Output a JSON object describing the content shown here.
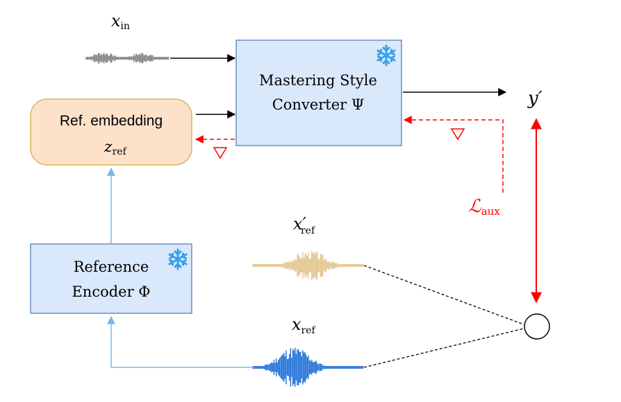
{
  "labels": {
    "x_in": {
      "base": "x",
      "sub": "in"
    },
    "y_prime": {
      "base": "y′"
    },
    "x_ref_prime": {
      "base": "x′",
      "sub": "ref"
    },
    "x_ref": {
      "base": "x",
      "sub": "ref"
    },
    "l_aux": {
      "base": "ℒ",
      "sub": "aux"
    }
  },
  "boxes": {
    "converter": {
      "line1": "Mastering Style",
      "line2": "Converter Ψ"
    },
    "embedding": {
      "line1": "Ref. embedding",
      "z_base": "z",
      "z_sub": "ref"
    },
    "encoder": {
      "line1": "Reference",
      "line2": "Encoder Φ"
    }
  },
  "icons": {
    "frozen": "snowflake",
    "gradient": "nabla-triangle",
    "compare": "circle"
  },
  "colors": {
    "converter_fill": "#dae8fc",
    "converter_stroke": "#6c8ebf",
    "embedding_fill": "#fde2c9",
    "embedding_stroke": "#d6b656",
    "encoder_fill": "#dae8fc",
    "snowflake": "#3aa0e8",
    "gradient_red": "#ff0000",
    "blue_arrow": "#7eb4e8",
    "wave_input": "#808080",
    "wave_ref_prime": "#e2c48c",
    "wave_ref": "#1f6fd6"
  }
}
